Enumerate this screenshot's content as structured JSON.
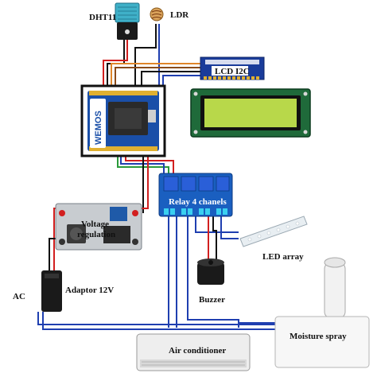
{
  "labels": {
    "dht11": "DHT11",
    "ldr": "LDR",
    "lcd_i2c": "LCD I2C",
    "wemos": "WEMOS",
    "relay": "Relay 4 chanels",
    "voltage_regulation_line1": "Voltage",
    "voltage_regulation_line2": "regulation",
    "led_array": "LED array",
    "ac": "AC",
    "adaptor": "Adaptor 12V",
    "buzzer": "Buzzer",
    "air_conditioner": "Air conditioner",
    "moisture_spray": "Moisture spray"
  },
  "colors": {
    "wire_blue": "#1f3fb0",
    "wire_black": "#111111",
    "wire_red": "#d21f1f",
    "wire_orange": "#e0862a",
    "wire_brown": "#8a4b1a",
    "pcb_blue": "#1a4fa8",
    "lcd_green": "#b8d84a"
  }
}
